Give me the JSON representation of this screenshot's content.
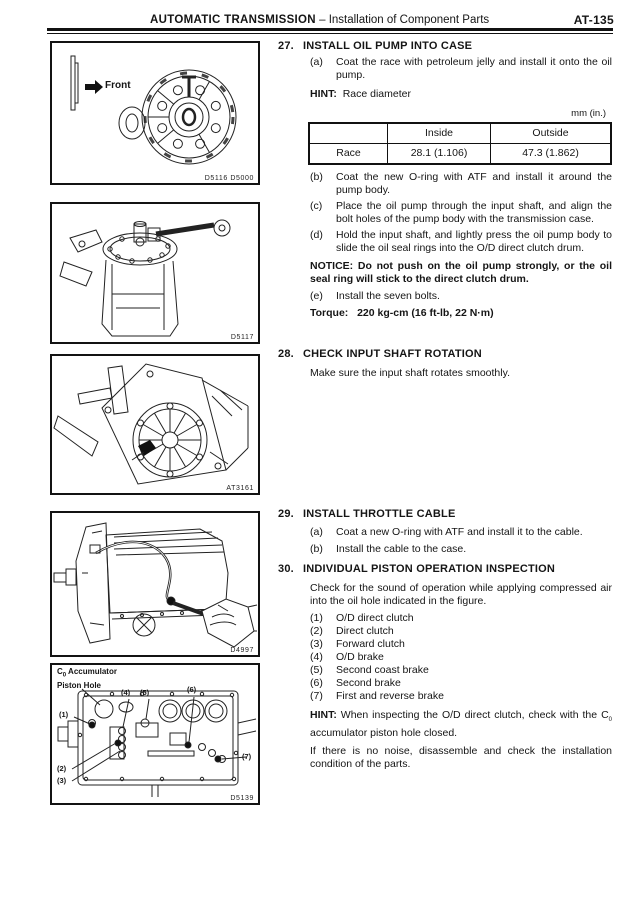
{
  "header": {
    "section_title": "AUTOMATIC TRANSMISSION",
    "subtitle": "– Installation of Component Parts",
    "page_number": "AT-135"
  },
  "figures": {
    "fig1": {
      "code": "D5116 D5000",
      "front_label": "Front"
    },
    "fig2": {
      "code": "D5117"
    },
    "fig3": {
      "code": "AT3161"
    },
    "fig4": {
      "code": "D4997"
    },
    "fig5": {
      "code": "D5139",
      "label_c": "C",
      "label_sub": "0",
      "label_rest": " Accumulator",
      "label_line2": "Piston Hole",
      "callouts": {
        "c1": "(1)",
        "c2": "(2)",
        "c3": "(3)",
        "c4": "(4)",
        "c5": "(5)",
        "c6": "(6)",
        "c7": "(7)"
      }
    }
  },
  "sections": {
    "s27": {
      "number": "27.",
      "title": "INSTALL OIL PUMP INTO CASE",
      "a_label": "(a)",
      "a_text": "Coat the race with petroleum jelly and install it onto the oil pump.",
      "hint_label": "HINT:",
      "hint_text": "Race diameter",
      "table": {
        "unit": "mm (in.)",
        "col_inside": "Inside",
        "col_outside": "Outside",
        "row_label": "Race",
        "inside_value": "28.1 (1.106)",
        "outside_value": "47.3 (1.862)"
      },
      "b_label": "(b)",
      "b_text": "Coat the new O-ring with ATF and install it around the pump body.",
      "c_label": "(c)",
      "c_text": "Place the oil pump through the input shaft, and align the bolt holes of the pump body with the transmission case.",
      "d_label": "(d)",
      "d_text": "Hold the input shaft, and lightly press the oil pump body to slide the oil seal rings into the O/D direct clutch drum.",
      "notice": "NOTICE:  Do not push on the oil pump strongly, or the oil seal ring will stick to the direct clutch drum.",
      "e_label": "(e)",
      "e_text": "Install the seven bolts.",
      "torque_label": "Torque:",
      "torque_value": "220 kg-cm (16 ft-lb, 22 N·m)"
    },
    "s28": {
      "number": "28.",
      "title": "CHECK INPUT SHAFT ROTATION",
      "body": "Make sure the input shaft rotates smoothly."
    },
    "s29": {
      "number": "29.",
      "title": "INSTALL THROTTLE CABLE",
      "a_label": "(a)",
      "a_text": "Coat a new O-ring with ATF and install it to the cable.",
      "b_label": "(b)",
      "b_text": "Install the cable to the case."
    },
    "s30": {
      "number": "30.",
      "title": "INDIVIDUAL PISTON OPERATION INSPECTION",
      "intro": "Check for the sound of operation while applying compressed air into the oil hole indicated in the figure.",
      "list": [
        {
          "num": "(1)",
          "label": "O/D direct clutch"
        },
        {
          "num": "(2)",
          "label": "Direct clutch"
        },
        {
          "num": "(3)",
          "label": "Forward clutch"
        },
        {
          "num": "(4)",
          "label": "O/D brake"
        },
        {
          "num": "(5)",
          "label": "Second coast brake"
        },
        {
          "num": "(6)",
          "label": "Second brake"
        },
        {
          "num": "(7)",
          "label": "First and reverse brake"
        }
      ],
      "hint_label": "HINT:",
      "hint_pre": " When inspecting the O/D direct clutch, check with the C",
      "hint_sub": "0",
      "hint_post": " accumulator piston hole closed.",
      "outro": "If there is no noise, disassemble and check the installation condition of the parts."
    }
  }
}
